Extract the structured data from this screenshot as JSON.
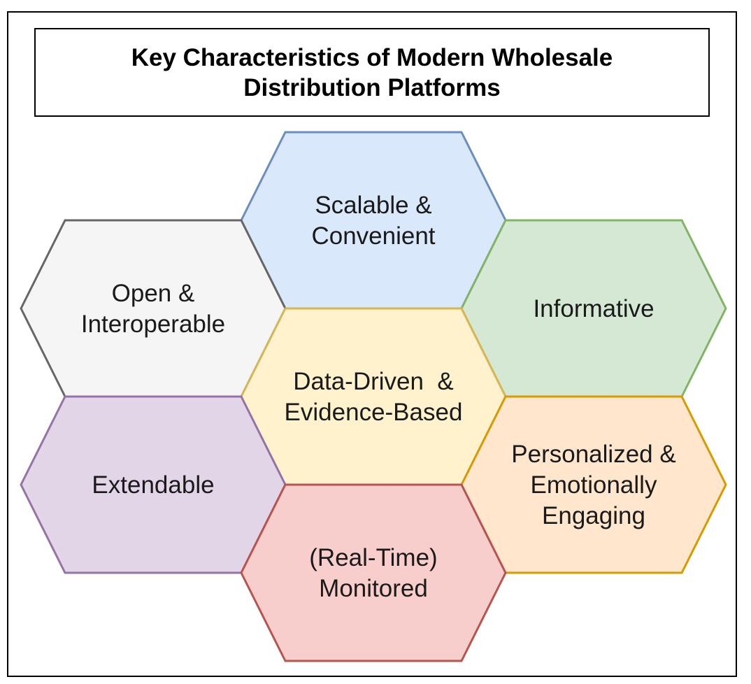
{
  "title": "Key Characteristics of Modern Wholesale Distribution Platforms",
  "hexagons": [
    {
      "id": "scalable",
      "lines": [
        "Scalable &",
        "Convenient"
      ],
      "fill": "#dae8fc",
      "stroke": "#6c8ebf",
      "text_color": "#1a1a1a"
    },
    {
      "id": "open",
      "lines": [
        "Open &",
        "Interoperable"
      ],
      "fill": "#f5f5f5",
      "stroke": "#666666",
      "text_color": "#333333"
    },
    {
      "id": "informative",
      "lines": [
        "Informative"
      ],
      "fill": "#d5e8d4",
      "stroke": "#82b366",
      "text_color": "#1a1a1a"
    },
    {
      "id": "data-driven",
      "lines": [
        "Data-Driven  &",
        "Evidence-Based"
      ],
      "fill": "#fff2cc",
      "stroke": "#d6b656",
      "text_color": "#1a1a1a"
    },
    {
      "id": "extendable",
      "lines": [
        "Extendable"
      ],
      "fill": "#e1d5e7",
      "stroke": "#9673a6",
      "text_color": "#1a1a1a"
    },
    {
      "id": "personalized",
      "lines": [
        "Personalized &",
        "Emotionally",
        "Engaging"
      ],
      "fill": "#ffe6cc",
      "stroke": "#d79b00",
      "text_color": "#1a1a1a"
    },
    {
      "id": "monitored",
      "lines": [
        "(Real-Time)",
        "Monitored"
      ],
      "fill": "#f8cecc",
      "stroke": "#b85450",
      "text_color": "#1a1a1a"
    }
  ]
}
